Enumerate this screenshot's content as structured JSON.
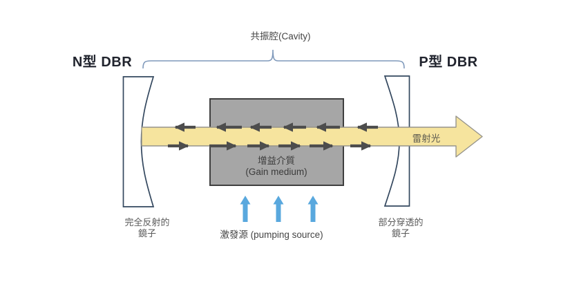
{
  "diagram": {
    "type": "laser-resonator-schematic",
    "cavity_label": "共振腔(Cavity)",
    "n_dbr_label": "N型 DBR",
    "p_dbr_label": "P型 DBR",
    "gain_medium": {
      "line1": "增益介質",
      "line2": "(Gain medium)"
    },
    "laser_output_label": "雷射光",
    "pump_label": "激發源 (pumping source)",
    "left_mirror_caption": {
      "line1": "完全反射的",
      "line2": "鏡子"
    },
    "right_mirror_caption": {
      "line1": "部分穿透的",
      "line2": "鏡子"
    },
    "photon_arrows": {
      "top_row_direction": "left",
      "top_row_count": 6,
      "bottom_row_direction": "right",
      "bottom_row_count": 6
    },
    "pump_arrows": {
      "direction": "up",
      "count": 3
    }
  },
  "colors": {
    "beam_fill": "#f6e49e",
    "beam_outline": "#96948c",
    "gain_box_fill": "#a6a6a6",
    "gain_box_border": "#3f3f3f",
    "photon_arrow": "#4d4d4d",
    "pump_arrow": "#59a8de",
    "mirror_outline": "#33475e",
    "bracket": "#7f99bb",
    "dbr_text": "#21242e",
    "caption_text": "#595959"
  }
}
